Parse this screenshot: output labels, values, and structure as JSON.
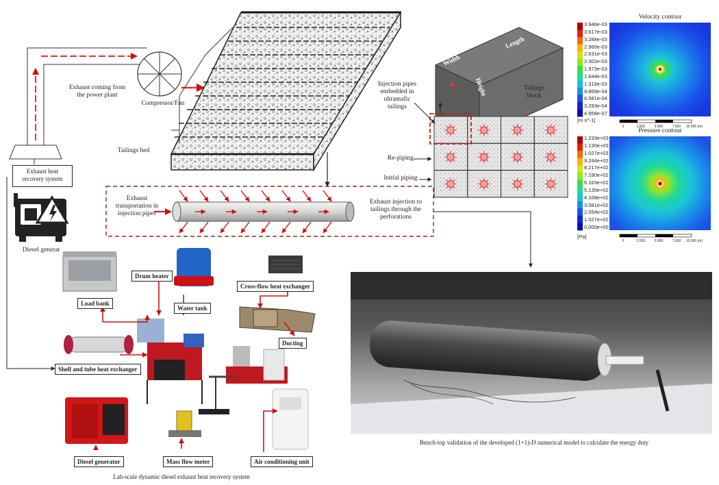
{
  "top_diagram": {
    "exhaust_coming": "Exhaust coming from\nthe power plant",
    "compressor": "Compressor/Fan",
    "tailings_bed": "Tailings bed",
    "exhaust_heat_recovery": "Exhaust heat\nrecovery system",
    "diesel_generator_icon_label": "Diesel generat",
    "exhaust_transport": "Exhaust\ntransportation in\ninjection pipes",
    "exhaust_injection": "Exhaust injection to\ntailings through the\nperforations"
  },
  "block": {
    "width": "Width",
    "length": "Length",
    "height": "Height",
    "tailings_block": "Tailings\nblock",
    "injection_pipes": "Injection pipes\nembedded in\nultramafic\ntailings",
    "re_piping": "Re-piping",
    "initial_piping": "Initial piping"
  },
  "contours": {
    "velocity": {
      "title": "Velocity contour",
      "unit": "[m s^-1]",
      "ticks": [
        "3.946e-03",
        "3.617e-03",
        "3.288e-03",
        "2.960e-03",
        "2.631e-03",
        "2.302e-03",
        "1.973e-03",
        "1.644e-03",
        "1.316e-03",
        "9.869e-04",
        "6.581e-04",
        "3.293e-04",
        "4.958e-07"
      ],
      "scale": [
        "0",
        "2.500",
        "5.000",
        "7.500",
        "10.000 (m)"
      ]
    },
    "pressure": {
      "title": "Pressure contour",
      "unit": "[Pa]",
      "ticks": [
        "1.233e+03",
        "1.130e+03",
        "1.027e+03",
        "9.244e+02",
        "8.217e+02",
        "7.190e+02",
        "6.163e+02",
        "5.135e+02",
        "4.108e+02",
        "3.081e+02",
        "2.054e+02",
        "1.027e+02",
        "0.000e+00"
      ],
      "scale": [
        "0",
        "2.500",
        "5.000",
        "7.500",
        "10.000 (m)"
      ]
    },
    "colors": [
      "#b00000",
      "#e8200a",
      "#f56a0a",
      "#f7b512",
      "#d9e21a",
      "#8fe62a",
      "#3fdc4c",
      "#1fd89a",
      "#1ac4d8",
      "#1a8ee8",
      "#1a52ea",
      "#1622d6",
      "#0a0fb0"
    ]
  },
  "lab": {
    "drum_heater": "Drum heater",
    "water_tank": "Water tank",
    "cross_flow": "Cross-flow heat exchanger",
    "load_bank": "Load bank",
    "ducting": "Ducting",
    "shell_tube": "Shell and tube heat exchanger",
    "diesel_generator": "Diesel generator",
    "mass_flow": "Mass flow meter",
    "air_conditioning": "Air conditioning unit",
    "caption": "Lab-scale dynamic diesel exhaust heat recovery system"
  },
  "bench": {
    "caption": "Bench-top validation of the developed (1+1)-D numerical model to calculate the energy duty"
  }
}
